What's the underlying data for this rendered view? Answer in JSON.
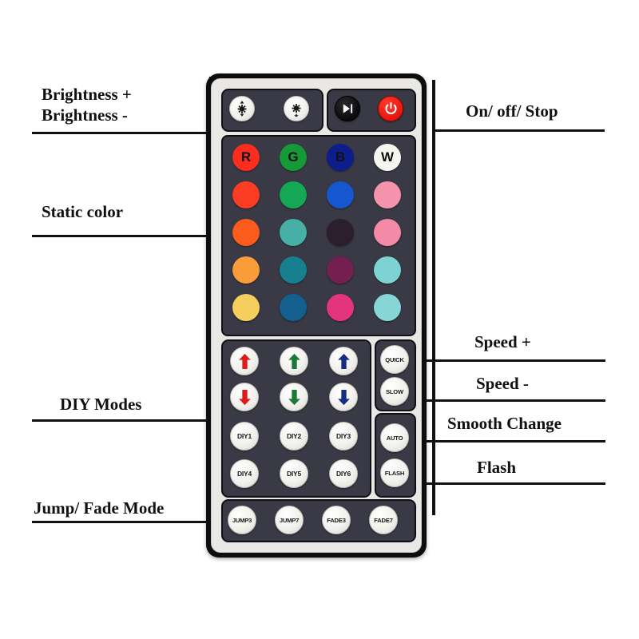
{
  "device": {
    "name": "44-key RGB LED strip IR remote control",
    "body_color": "#0d0d0f",
    "face_color": "#e9e8e4",
    "panel_color": "#3a3a46"
  },
  "callouts": {
    "left": [
      {
        "id": "brightness",
        "lines": [
          "Brightness +",
          "Brightness -"
        ]
      },
      {
        "id": "static-color",
        "lines": [
          "Static color"
        ]
      },
      {
        "id": "diy-modes",
        "lines": [
          "DIY Modes"
        ]
      },
      {
        "id": "jump-fade",
        "lines": [
          "Jump/ Fade Mode"
        ]
      }
    ],
    "right": [
      {
        "id": "on-off-stop",
        "text": "On/ off/ Stop"
      },
      {
        "id": "speed-plus",
        "text": "Speed +"
      },
      {
        "id": "speed-minus",
        "text": "Speed -"
      },
      {
        "id": "smooth-change",
        "text": "Smooth Change"
      },
      {
        "id": "flash",
        "text": "Flash"
      }
    ]
  },
  "top_row": {
    "brightness_up": {
      "icon": "brightness-up-icon",
      "label": ""
    },
    "brightness_down": {
      "icon": "brightness-down-icon",
      "label": ""
    },
    "play_pause": {
      "icon": "play-pause-icon",
      "label": ""
    },
    "power": {
      "icon": "power-icon",
      "label": "",
      "color": "#e8150b"
    }
  },
  "color_grid": {
    "columns": 4,
    "rows": 5,
    "cells": [
      [
        {
          "label": "R",
          "color": "#fa2d1e",
          "text_color": "#111111"
        },
        {
          "label": "G",
          "color": "#159a38",
          "text_color": "#111111"
        },
        {
          "label": "B",
          "color": "#0d1d8c",
          "text_color": "#111111"
        },
        {
          "label": "W",
          "color": "#f6f5f1",
          "text_color": "#111111"
        }
      ],
      [
        {
          "label": "",
          "color": "#fb3c22"
        },
        {
          "label": "",
          "color": "#14a855"
        },
        {
          "label": "",
          "color": "#1557cf"
        },
        {
          "label": "",
          "color": "#f493ab"
        }
      ],
      [
        {
          "label": "",
          "color": "#fb5b1d"
        },
        {
          "label": "",
          "color": "#47b0a6"
        },
        {
          "label": "",
          "color": "#2b1f2e"
        },
        {
          "label": "",
          "color": "#f48aa6"
        }
      ],
      [
        {
          "label": "",
          "color": "#fb9c3b"
        },
        {
          "label": "",
          "color": "#17808f"
        },
        {
          "label": "",
          "color": "#741f4f"
        },
        {
          "label": "",
          "color": "#7cd3d2"
        }
      ],
      [
        {
          "label": "",
          "color": "#f6ce5e"
        },
        {
          "label": "",
          "color": "#13608f"
        },
        {
          "label": "",
          "color": "#e5347e"
        },
        {
          "label": "",
          "color": "#86d6d6"
        }
      ]
    ]
  },
  "diy_panel": {
    "arrows": [
      {
        "name": "arrow-up-red",
        "dir": "up",
        "color": "#e01a16"
      },
      {
        "name": "arrow-up-green",
        "dir": "up",
        "color": "#1a7a35"
      },
      {
        "name": "arrow-up-blue",
        "dir": "up",
        "color": "#152b86"
      },
      {
        "name": "arrow-down-red",
        "dir": "down",
        "color": "#e01a16"
      },
      {
        "name": "arrow-down-green",
        "dir": "down",
        "color": "#1a7a35"
      },
      {
        "name": "arrow-down-blue",
        "dir": "down",
        "color": "#152b86"
      }
    ],
    "diy_buttons": [
      "DIY1",
      "DIY2",
      "DIY3",
      "DIY4",
      "DIY5",
      "DIY6"
    ]
  },
  "side_panel": {
    "speed": [
      "QUICK",
      "SLOW"
    ],
    "mode": [
      "AUTO",
      "FLASH"
    ]
  },
  "bottom_row": [
    "JUMP3",
    "JUMP7",
    "FADE3",
    "FADE7"
  ]
}
